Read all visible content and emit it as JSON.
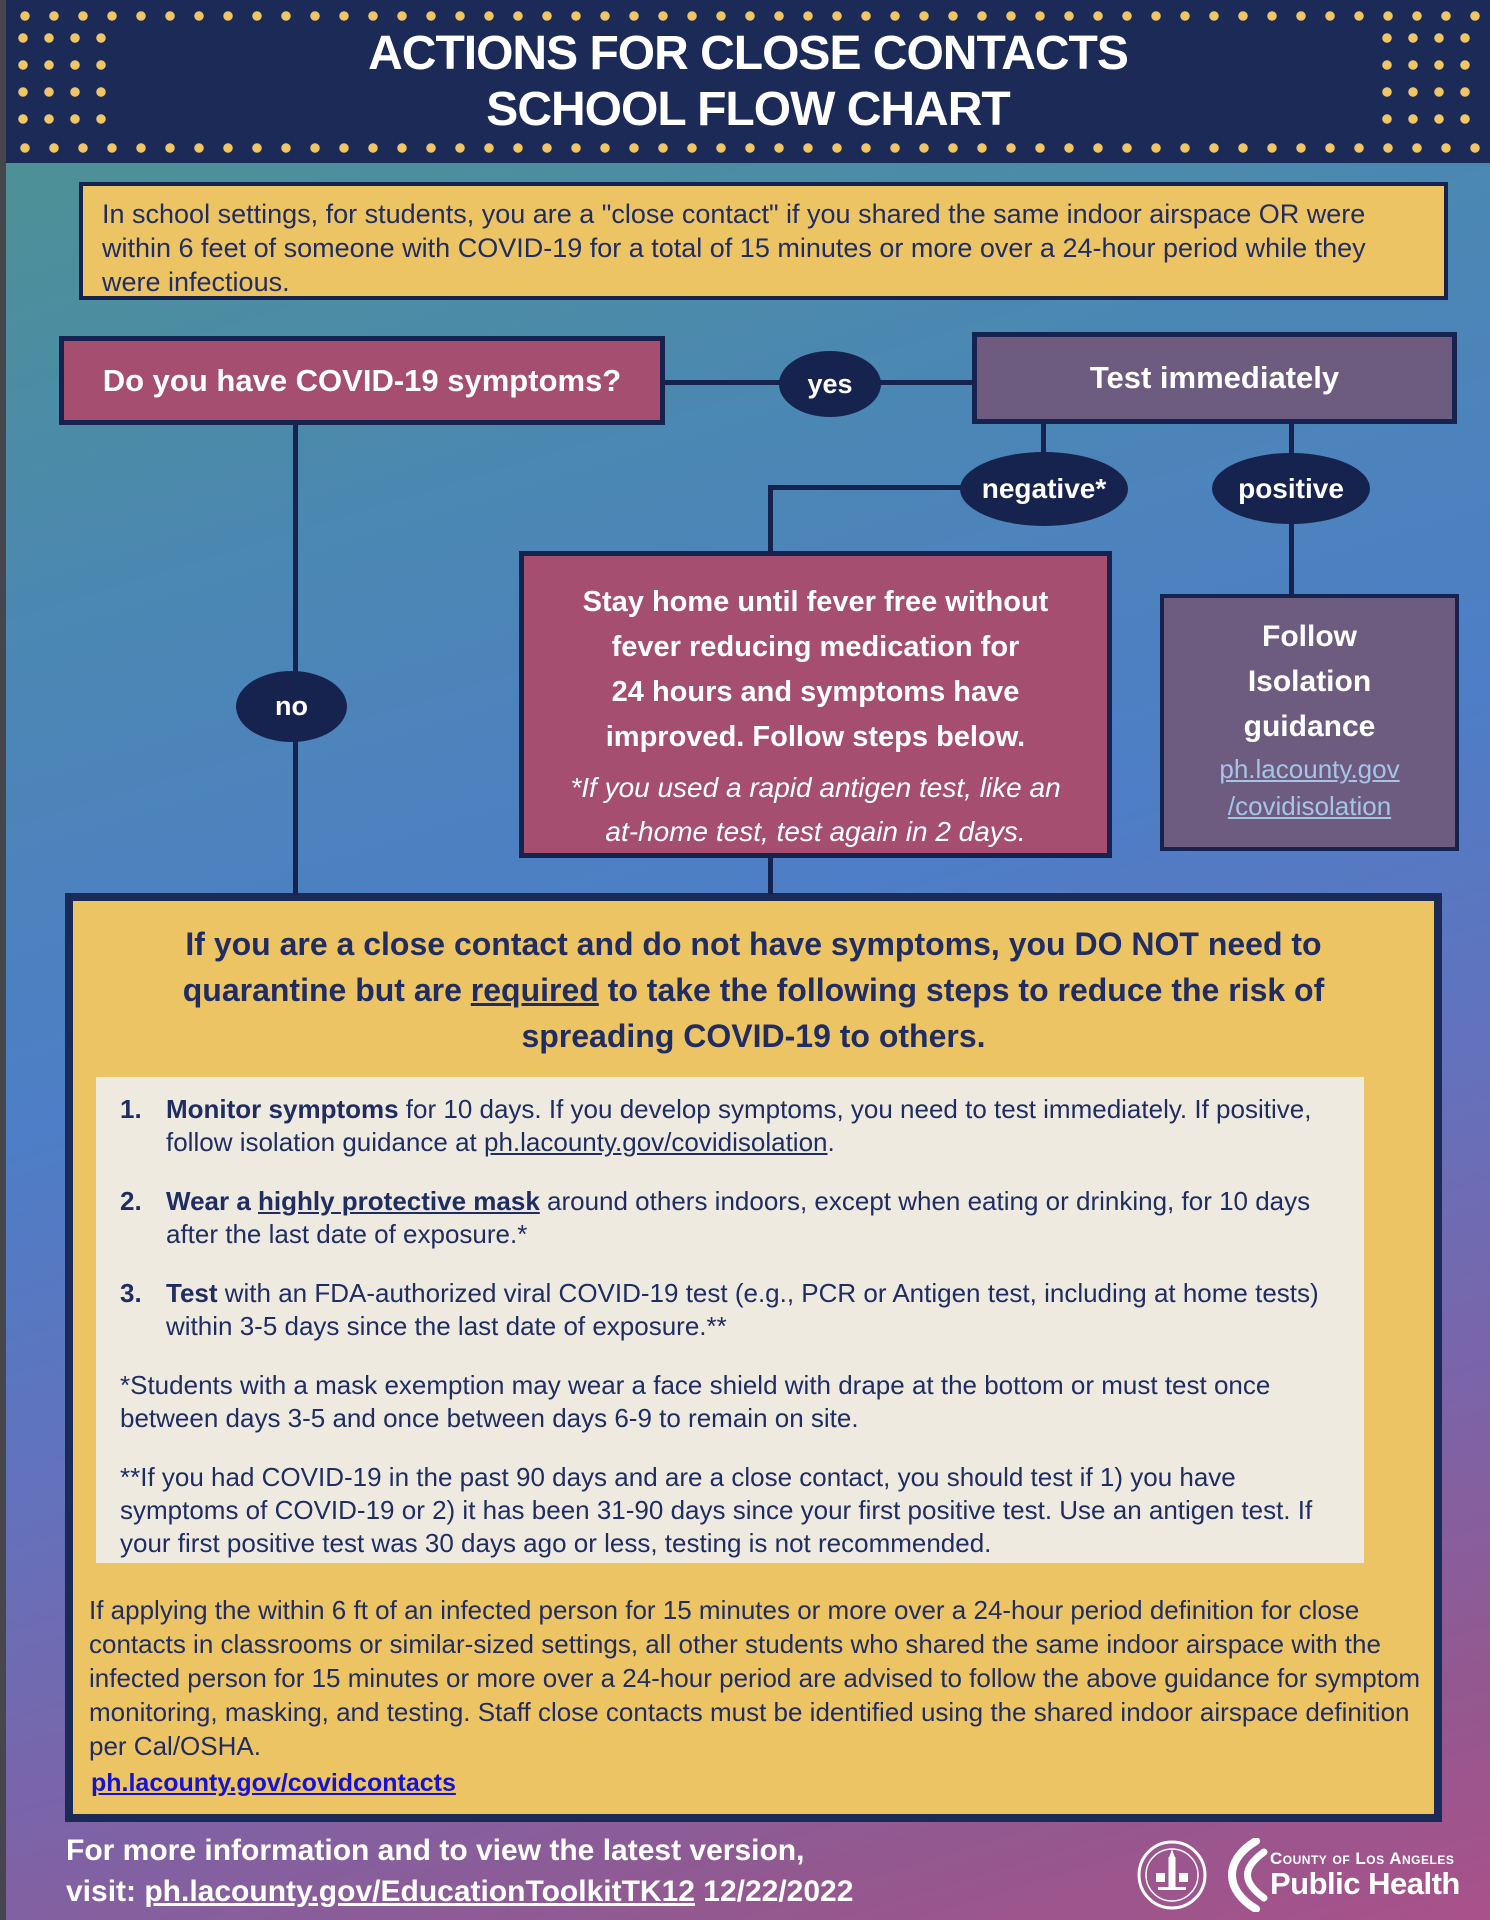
{
  "header": {
    "title_line1": "ACTIONS FOR CLOSE CONTACTS",
    "title_line2": "SCHOOL FLOW CHART"
  },
  "intro": {
    "text": "In school settings, for students, you are a \"close contact\" if you shared the same indoor airspace OR were within 6 feet of someone with COVID-19 for a total of 15 minutes or more over a 24-hour period while they were infectious."
  },
  "flowchart": {
    "question": "Do you have COVID-19 symptoms?",
    "yes_label": "yes",
    "no_label": "no",
    "test_box": "Test immediately",
    "negative_label": "negative*",
    "positive_label": "positive",
    "stay_home_lines": [
      "Stay home until fever free without",
      "fever reducing medication for",
      "24 hours and symptoms have",
      "improved. Follow steps below."
    ],
    "stay_home_note_lines": [
      "*If you used a rapid antigen test, like an",
      "at-home test, test again in 2 days."
    ],
    "follow_lines": [
      "Follow",
      "Isolation",
      "guidance"
    ],
    "follow_link_lines": [
      "ph.lacounty.gov",
      "/covidisolation"
    ]
  },
  "steps_panel": {
    "heading_segments": [
      {
        "s": "p",
        "t": "If you are a close contact and do not have symptoms, you DO NOT need to quarantine but are "
      },
      {
        "s": "u",
        "t": "required"
      },
      {
        "s": "p",
        "t": " to take the following steps to reduce the risk of spreading COVID-19 to others."
      }
    ],
    "items": [
      {
        "num": "1.",
        "segments": [
          {
            "s": "b",
            "t": "Monitor symptoms"
          },
          {
            "s": "p",
            "t": " for 10 days. If you develop symptoms, you need to test immediately. If positive, follow isolation guidance at "
          },
          {
            "s": "u",
            "t": "ph.lacounty.gov/covidisolation"
          },
          {
            "s": "p",
            "t": "."
          }
        ]
      },
      {
        "num": "2.",
        "segments": [
          {
            "s": "b",
            "t": "Wear a "
          },
          {
            "s": "bu",
            "t": "highly protective mask"
          },
          {
            "s": "p",
            "t": " around others indoors, except when eating or drinking, for 10 days after the last date of exposure.*"
          }
        ]
      },
      {
        "num": "3.",
        "segments": [
          {
            "s": "b",
            "t": "Test"
          },
          {
            "s": "p",
            "t": " with an FDA-authorized viral COVID-19 test (e.g., PCR or Antigen test, including  at home tests) within 3-5 days since the last date of exposure.**"
          }
        ]
      }
    ],
    "footnote1": "*Students with a mask exemption may wear a face shield with drape at the bottom or must test once between days 3-5 and once between days 6-9 to remain on site.",
    "footnote2": "**If you had COVID-19 in the past 90 days and are a close contact, you should test if 1) you have symptoms of COVID-19 or 2) it has been 31-90 days since your first positive test. Use an antigen test. If your first positive test was 30 days ago or less, testing is not recommended.",
    "closing": "If applying the within 6 ft of an infected person for 15 minutes or more over a 24-hour period definition for close contacts in classrooms or similar-sized settings, all other students who shared the same indoor airspace with the infected person for 15 minutes or more over a 24-hour period are advised to follow the above guidance for symptom monitoring, masking, and testing. Staff close contacts must be identified using the shared indoor airspace definition per Cal/OSHA.",
    "contacts_link": "ph.lacounty.gov/covidcontacts"
  },
  "footer": {
    "line1": "For more information and to view the latest version,",
    "line2_segments": [
      {
        "s": "p",
        "t": "visit:  "
      },
      {
        "s": "u",
        "t": "ph.lacounty.gov/EducationToolkitTK12"
      },
      {
        "s": "p",
        "t": "  12/22/2022"
      }
    ],
    "logo": {
      "county": "County of Los Angeles",
      "dept": "Public Health"
    }
  },
  "colors": {
    "header_navy": "#1c2a58",
    "oval_navy": "#17234f",
    "gold": "#edc464",
    "dot_gold": "#f0c564",
    "maroon": "#a54e6f",
    "slate_purple": "#6d5c80",
    "beige_panel": "#eeeae0",
    "body_navy": "#1f2d62",
    "light_blue_link": "#a6c4e8",
    "blue_link": "#1512d8",
    "bg_teal": "#4e948b",
    "bg_blue": "#4d7ec7",
    "bg_magenta": "#a9518a"
  }
}
